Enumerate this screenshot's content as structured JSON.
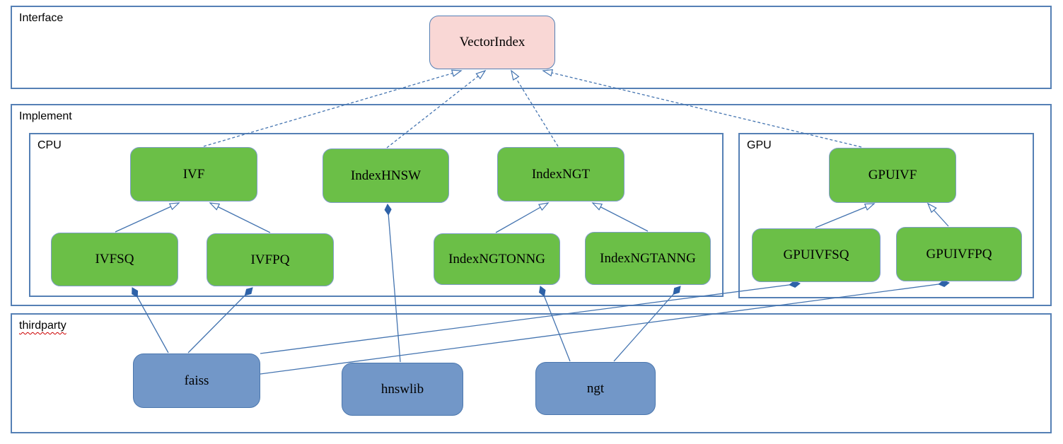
{
  "containers": {
    "interface": {
      "label": "Interface"
    },
    "implement": {
      "label": "Implement"
    },
    "cpu": {
      "label": "CPU"
    },
    "gpu": {
      "label": "GPU"
    },
    "thirdparty": {
      "label": "thirdparty"
    }
  },
  "nodes": {
    "vectorindex": {
      "label": "VectorIndex",
      "kind": "interface"
    },
    "ivf": {
      "label": "IVF",
      "kind": "cpu-implementation"
    },
    "indexhnsw": {
      "label": "IndexHNSW",
      "kind": "cpu-implementation"
    },
    "indexngt": {
      "label": "IndexNGT",
      "kind": "cpu-implementation"
    },
    "gpuivf": {
      "label": "GPUIVF",
      "kind": "gpu-implementation"
    },
    "ivfsq": {
      "label": "IVFSQ",
      "kind": "cpu-implementation"
    },
    "ivfpq": {
      "label": "IVFPQ",
      "kind": "cpu-implementation"
    },
    "indexngtonng": {
      "label": "IndexNGTONNG",
      "kind": "cpu-implementation"
    },
    "indexngtanng": {
      "label": "IndexNGTANNG",
      "kind": "cpu-implementation"
    },
    "gpuivfsq": {
      "label": "GPUIVFSQ",
      "kind": "gpu-implementation"
    },
    "gpuivfpq": {
      "label": "GPUIVFPQ",
      "kind": "gpu-implementation"
    },
    "faiss": {
      "label": "faiss",
      "kind": "thirdparty-library"
    },
    "hnswlib": {
      "label": "hnswlib",
      "kind": "thirdparty-library"
    },
    "ngt": {
      "label": "ngt",
      "kind": "thirdparty-library"
    }
  },
  "edges": [
    {
      "from": "IVF",
      "to": "VectorIndex",
      "type": "realization-dashed-hollow-arrow"
    },
    {
      "from": "IndexHNSW",
      "to": "VectorIndex",
      "type": "realization-dashed-hollow-arrow"
    },
    {
      "from": "IndexNGT",
      "to": "VectorIndex",
      "type": "realization-dashed-hollow-arrow"
    },
    {
      "from": "GPUIVF",
      "to": "VectorIndex",
      "type": "realization-dashed-hollow-arrow"
    },
    {
      "from": "IVFSQ",
      "to": "IVF",
      "type": "generalization-hollow-arrow"
    },
    {
      "from": "IVFPQ",
      "to": "IVF",
      "type": "generalization-hollow-arrow"
    },
    {
      "from": "IndexNGTONNG",
      "to": "IndexNGT",
      "type": "generalization-hollow-arrow"
    },
    {
      "from": "IndexNGTANNG",
      "to": "IndexNGT",
      "type": "generalization-hollow-arrow"
    },
    {
      "from": "GPUIVFSQ",
      "to": "GPUIVF",
      "type": "generalization-hollow-arrow"
    },
    {
      "from": "GPUIVFPQ",
      "to": "GPUIVF",
      "type": "generalization-hollow-arrow"
    },
    {
      "from": "faiss",
      "to": "IVFSQ",
      "type": "composition-filled-diamond"
    },
    {
      "from": "faiss",
      "to": "IVFPQ",
      "type": "composition-filled-diamond"
    },
    {
      "from": "faiss",
      "to": "GPUIVFSQ",
      "type": "composition-filled-diamond"
    },
    {
      "from": "faiss",
      "to": "GPUIVFPQ",
      "type": "composition-filled-diamond"
    },
    {
      "from": "hnswlib",
      "to": "IndexHNSW",
      "type": "composition-filled-diamond"
    },
    {
      "from": "ngt",
      "to": "IndexNGTONNG",
      "type": "composition-filled-diamond"
    },
    {
      "from": "ngt",
      "to": "IndexNGTANNG",
      "type": "composition-filled-diamond"
    }
  ],
  "colors": {
    "interface_node_fill": "#f9d7d5",
    "implement_node_fill": "#6bbf47",
    "thirdparty_node_fill": "#7297c8",
    "green_node_border": "#7e9cc9",
    "blue_node_border": "#4b77ae",
    "container_border": "#5580b5",
    "connector": "#4474b0",
    "diamond": "#2e62a8"
  }
}
